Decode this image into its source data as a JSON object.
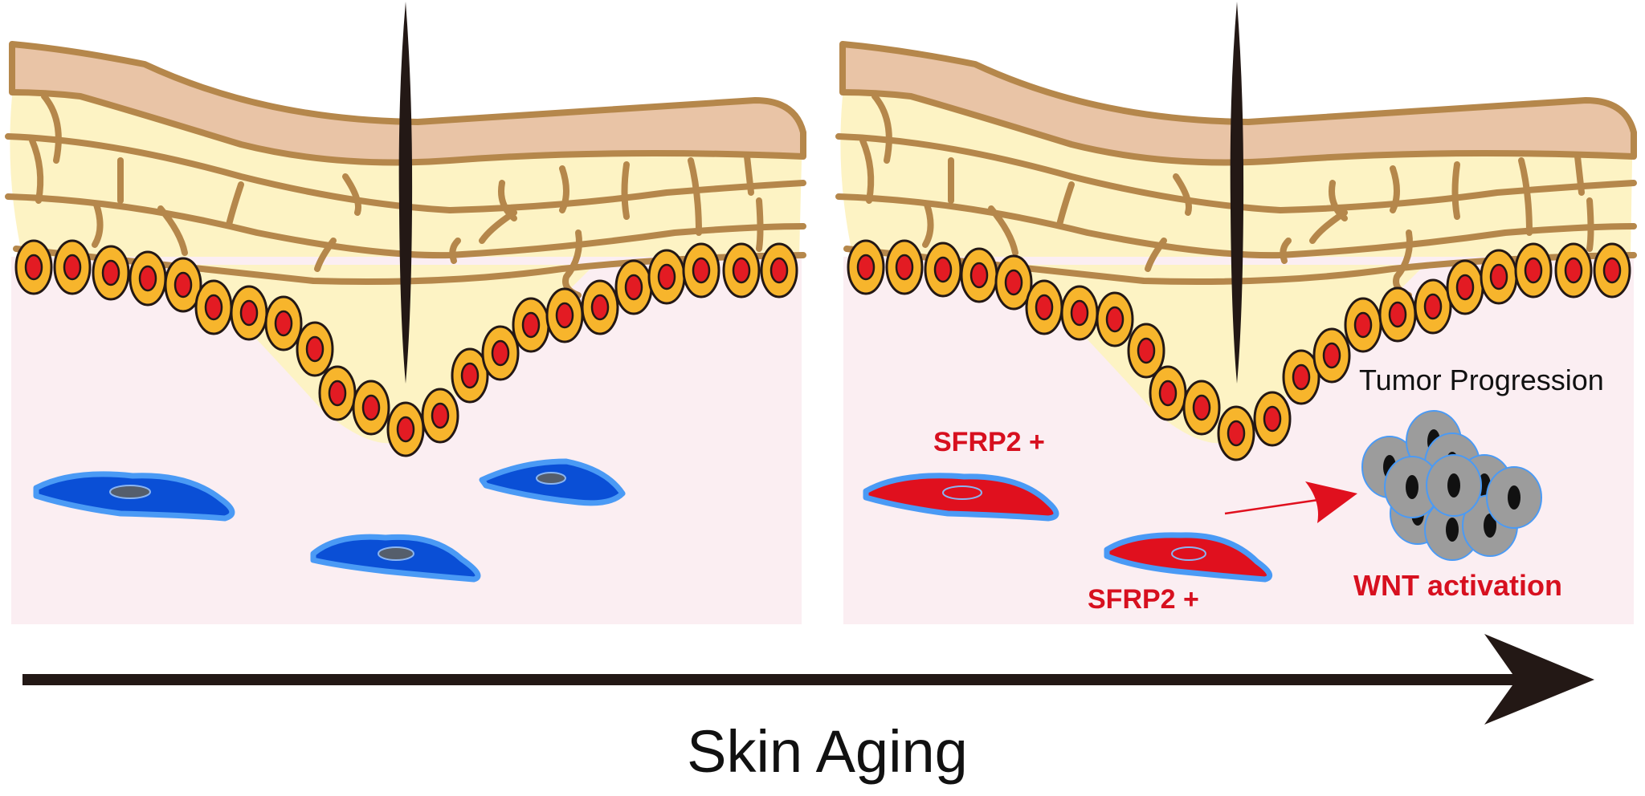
{
  "panels": [
    {
      "id": "young",
      "fibroblast_labels": []
    },
    {
      "id": "aged",
      "fibroblast_labels": [
        "SFRP2 +",
        "SFRP2 +"
      ]
    }
  ],
  "labels": {
    "sfrp2_upper": "SFRP2 +",
    "sfrp2_lower": "SFRP2 +",
    "tumor": "Tumor Progression",
    "wnt": "WNT activation",
    "axis": "Skin Aging"
  },
  "colors": {
    "dermis": "#fbeef2",
    "stratum_corneum": "#e9c4a6",
    "epidermis": "#fdf3c4",
    "outline": "#b5874b",
    "basal_cell": "#f7b52c",
    "basal_nucleus": "#e31b23",
    "fibroblast_normal": "#0a4fd6",
    "fibroblast_sfrp2": "#e0101e",
    "fibroblast_edge": "#4a9af5",
    "tumor_cell": "#9c9c9c",
    "hair": "#231815",
    "arrow": "#231815",
    "signal_arrow": "#e0101e"
  },
  "icons": [
    "hair-shaft",
    "basal-keratinocyte",
    "fibroblast",
    "tumor-cell",
    "arrow"
  ]
}
